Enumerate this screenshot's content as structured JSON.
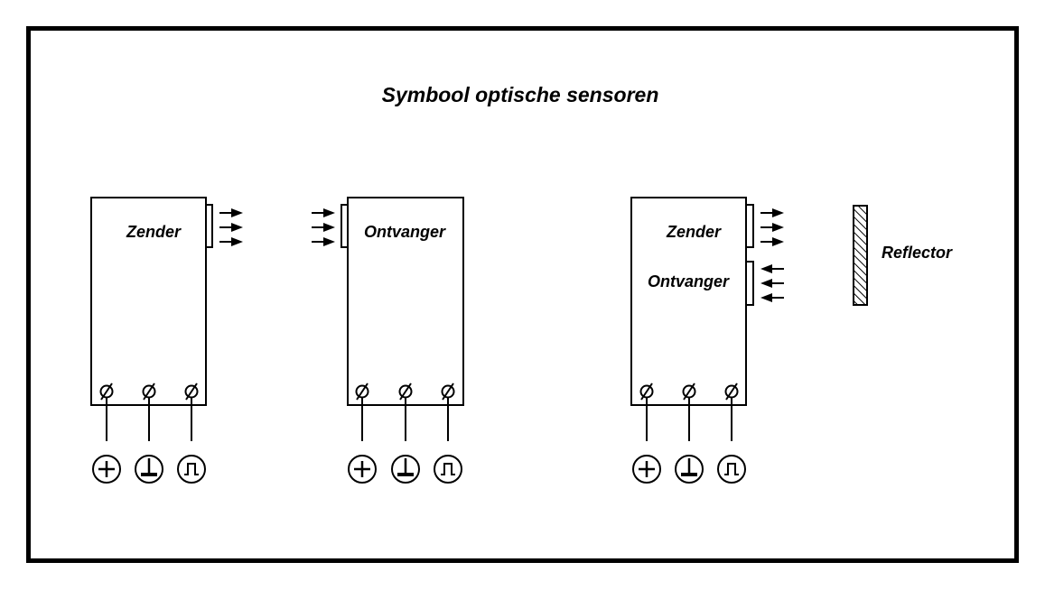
{
  "title": "Symbool optische sensoren",
  "colors": {
    "stroke": "#000000",
    "background": "#ffffff"
  },
  "sensors": [
    {
      "id": "zender",
      "labels": [
        "Zender"
      ],
      "lenses": [
        {
          "name": "zender-lens",
          "arrow_direction": "right",
          "side": "right"
        }
      ],
      "terminals": [
        "plus",
        "ground",
        "signal"
      ]
    },
    {
      "id": "ontvanger",
      "labels": [
        "Ontvanger"
      ],
      "lenses": [
        {
          "name": "ontvanger-lens",
          "arrow_direction": "right",
          "side": "left"
        }
      ],
      "terminals": [
        "plus",
        "ground",
        "signal"
      ]
    },
    {
      "id": "reflex",
      "labels": [
        "Zender",
        "Ontvanger"
      ],
      "lenses": [
        {
          "name": "zender-lens",
          "arrow_direction": "right",
          "side": "right"
        },
        {
          "name": "ontvanger-lens",
          "arrow_direction": "left",
          "side": "right"
        }
      ],
      "terminals": [
        "plus",
        "ground",
        "signal"
      ]
    }
  ],
  "reflector": {
    "label": "Reflector"
  },
  "terminal_symbols": {
    "plus": "plus-icon",
    "ground": "ground-icon",
    "signal": "pulse-icon"
  }
}
